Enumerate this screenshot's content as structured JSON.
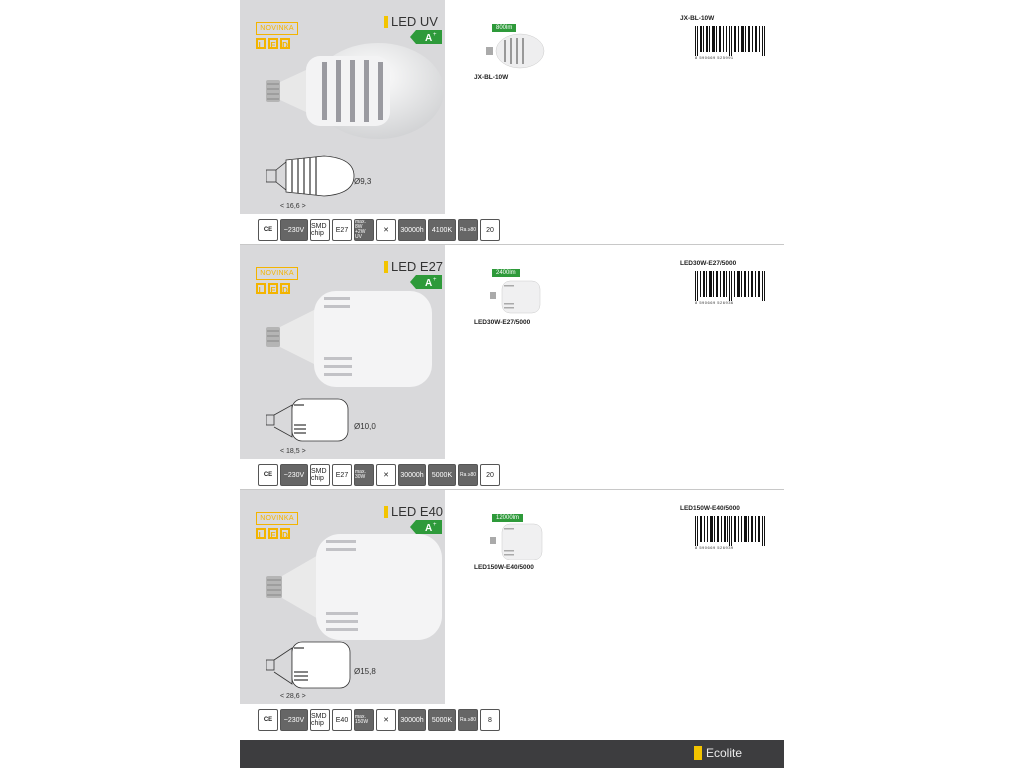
{
  "products": [
    {
      "novinka": "NOVINKA",
      "led_letters": [
        "L",
        "E",
        "D"
      ],
      "title": "LED UV",
      "energy_class": "A",
      "energy_plus": "+",
      "lumens": "800lm",
      "product_code": "JX-BL-10W",
      "sku": "JX-BL-10W",
      "barcode_number": "8 590669 525991",
      "diameter": "Ø9,3",
      "length": "< 16,6 >",
      "icons": [
        "CE",
        "~230V",
        "SMD chip",
        "E27",
        "max. 8W +2W UV",
        "30000h",
        "4100K",
        "Ra ≥80",
        "20"
      ]
    },
    {
      "novinka": "NOVINKA",
      "led_letters": [
        "L",
        "E",
        "D"
      ],
      "title": "LED E27",
      "energy_class": "A",
      "energy_plus": "+",
      "lumens": "2400lm",
      "product_code": "LED30W-E27/5000",
      "sku": "LED30W-E27/5000",
      "barcode_number": "8 590669 526936",
      "diameter": "Ø10,0",
      "length": "< 18,5 >",
      "icons": [
        "CE",
        "~230V",
        "SMD chip",
        "E27",
        "max. 30W",
        "30000h",
        "5000K",
        "Ra ≥80",
        "20"
      ]
    },
    {
      "novinka": "NOVINKA",
      "led_letters": [
        "L",
        "E",
        "D"
      ],
      "title": "LED E40",
      "energy_class": "A",
      "energy_plus": "+",
      "lumens": "12000lm",
      "product_code": "LED150W-E40/5000",
      "sku": "LED150W-E40/5000",
      "barcode_number": "8 590669 526939",
      "diameter": "Ø15,8",
      "length": "< 28,6 >",
      "icons": [
        "CE",
        "~230V",
        "SMD chip",
        "E40",
        "max. 150W",
        "30000h",
        "5000K",
        "Ra ≥80",
        "8"
      ]
    }
  ],
  "footer": {
    "brand": "Ecolite"
  },
  "colors": {
    "accent": "#f3c400",
    "energy_green": "#2e9a3a",
    "footer_bg": "#3d3d3f",
    "panel_bg": "#d9d9db"
  }
}
